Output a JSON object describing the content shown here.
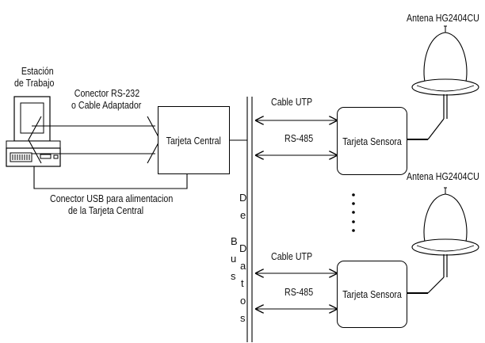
{
  "workstation": {
    "line1": "Estación",
    "line2": "de Trabajo"
  },
  "rs232": {
    "line1": "Conector RS-232",
    "line2": "o Cable Adaptador"
  },
  "usb": {
    "line1": "Conector USB para alimentacion",
    "line2": "de la Tarjeta Central"
  },
  "central_card": "Tarjeta Central",
  "bus": {
    "left": [
      "B",
      "u",
      "s"
    ],
    "right": [
      "D",
      "e",
      "D",
      "a",
      "t",
      "o",
      "s"
    ]
  },
  "top_link": {
    "cable": "Cable UTP",
    "protocol": "RS-485"
  },
  "bottom_link": {
    "cable": "Cable UTP",
    "protocol": "RS-485"
  },
  "sensor_top": "Tarjeta Sensora",
  "sensor_bottom": "Tarjeta Sensora",
  "antenna_top": "Antena HG2404CU",
  "antenna_bottom": "Antena HG2404CU"
}
